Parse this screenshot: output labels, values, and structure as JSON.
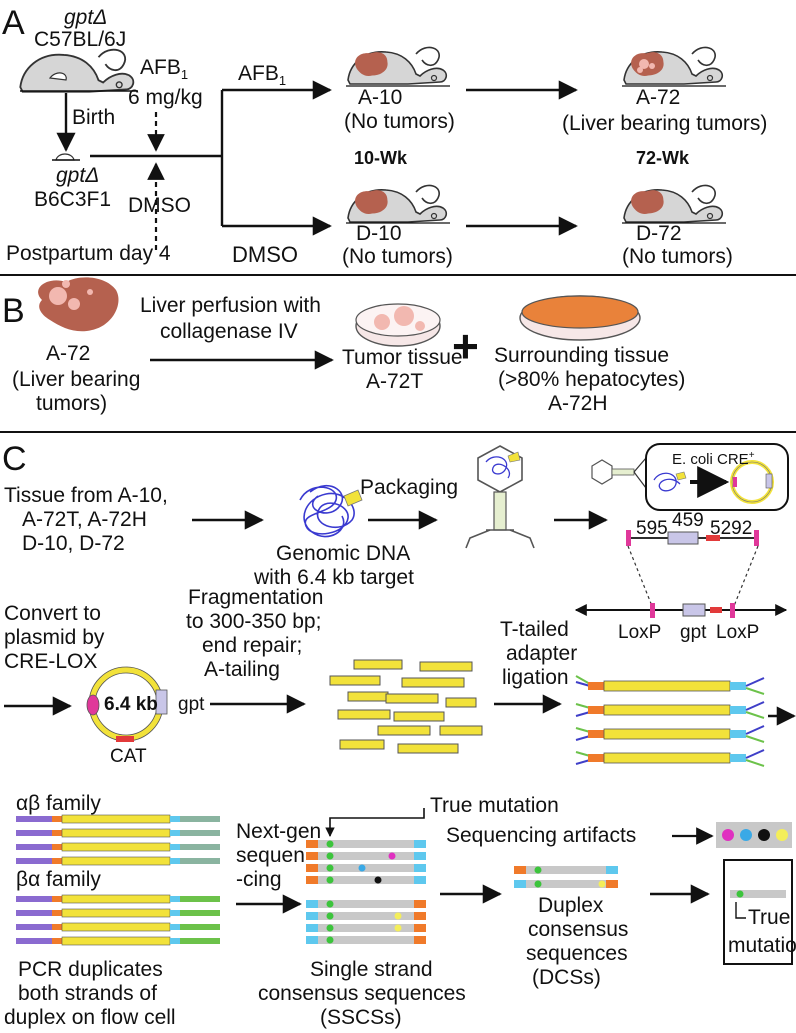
{
  "panels": {
    "a": "A",
    "b": "B",
    "c": "C"
  },
  "panel_a": {
    "parent_strain_italic": "gptΔ",
    "parent_strain": "C57BL/6J",
    "birth": "Birth",
    "offspring_italic": "gptΔ",
    "offspring_strain": "B6C3F1",
    "postpartum": "Postpartum day 4",
    "afb1_dose_label": "AFB",
    "afb1_dose_sub": "1",
    "afb1_dose": "6 mg/kg",
    "dmso_vertical": "DMSO",
    "afb1_branch": "AFB",
    "afb1_branch_sub": "1",
    "dmso_branch": "DMSO",
    "a10_label": "A-10",
    "a10_note": "(No tumors)",
    "a72_label": "A-72",
    "a72_note": "(Liver bearing tumors)",
    "wk10": "10-Wk",
    "wk72": "72-Wk",
    "d10_label": "D-10",
    "d10_note": "(No tumors)",
    "d72_label": "D-72",
    "d72_note": "(No tumors)"
  },
  "panel_b": {
    "liver_label": "A-72",
    "liver_note1": "(Liver bearing",
    "liver_note2": "tumors)",
    "perfusion1": "Liver perfusion with",
    "perfusion2": "collagenase IV",
    "tumor1": "Tumor tissue",
    "tumor2": "A-72T",
    "plus": "+",
    "surround1": "Surrounding tissue",
    "surround2": "(>80% hepatocytes)",
    "surround3": "A-72H"
  },
  "panel_c": {
    "tissue1": "Tissue from A-10,",
    "tissue2": "A-72T, A-72H",
    "tissue3": "D-10, D-72",
    "packaging": "Packaging",
    "genomic1": "Genomic DNA",
    "genomic2": "with 6.4 kb target",
    "ecoli": "E. coli CRE",
    "ecoli_sup": "+",
    "map_595": "595",
    "map_459": "459",
    "map_5292": "5292",
    "loxp_left": "LoxP",
    "gpt": "gpt",
    "loxp_right": "LoxP",
    "convert1": "Convert to",
    "convert2": "plasmid by",
    "convert3": "CRE-LOX",
    "plasmid_size": "6.4 kb",
    "plasmid_gpt": "gpt",
    "plasmid_cat": "CAT",
    "frag1": "Fragmentation",
    "frag2": "to 300-350 bp;",
    "frag3": "end repair;",
    "frag4": "A-tailing",
    "ttail1": "T-tailed",
    "ttail2": "adapter",
    "ttail3": "ligation",
    "ab_family": "αβ family",
    "ba_family": "βα family",
    "pcr1": "PCR duplicates",
    "pcr2": "both strands of",
    "pcr3": "duplex on flow cell",
    "ngs1": "Next-gen",
    "ngs2": "sequen",
    "ngs3": "-cing",
    "true_mutation_top": "True mutation",
    "artifacts": "Sequencing artifacts",
    "sscs1": "Single strand",
    "sscs2": "consensus sequences",
    "sscs3": "(SSCSs)",
    "dcs1": "Duplex",
    "dcs2": "consensus",
    "dcs3": "sequences",
    "dcs4": "(DCSs)",
    "final1": "True",
    "final2": "mutation"
  },
  "colors": {
    "mouse": "#d6d6d6",
    "liver": "#b5614f",
    "tumor": "#f2b8b0",
    "fragment": "#f2e23a",
    "adapter_orange": "#f07a2a",
    "adapter_cyan": "#5ec8ee",
    "adapter_green": "#6cc24a",
    "adapter_blue": "#3f3fc8",
    "loxp": "#e0389a",
    "mutation_green": "#3cc43c",
    "artifact_magenta": "#e030c0",
    "artifact_cyan": "#3aa9e6",
    "artifact_black": "#111111",
    "artifact_yellow": "#f4ee5a",
    "read_gray": "#c8c8c8",
    "dish_orange": "#e9823a"
  }
}
